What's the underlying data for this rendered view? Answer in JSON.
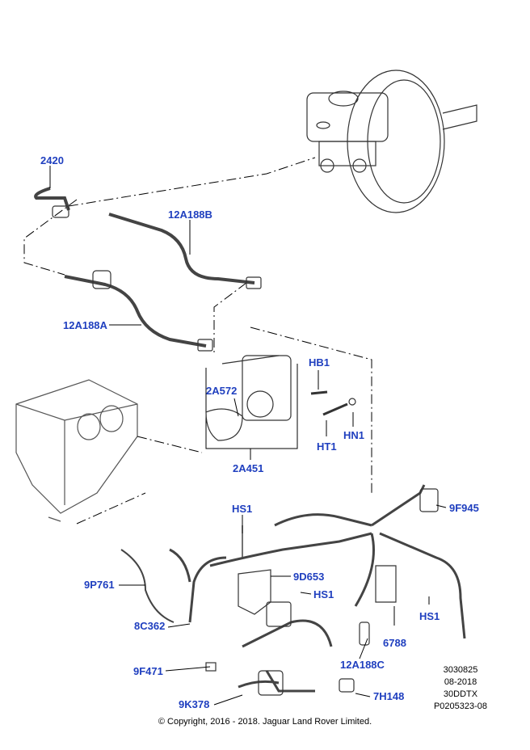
{
  "callouts": {
    "c2420": "2420",
    "c12A188B": "12A188B",
    "c12A188A": "12A188A",
    "cHB1": "HB1",
    "c2A572": "2A572",
    "cHN1": "HN1",
    "cHT1": "HT1",
    "c2A451": "2A451",
    "cHS1_top": "HS1",
    "c9F945": "9F945",
    "c9P761": "9P761",
    "c9D653": "9D653",
    "cHS1_mid": "HS1",
    "cHS1_right": "HS1",
    "c8C362": "8C362",
    "c6788": "6788",
    "c12A188C": "12A188C",
    "c9F471": "9F471",
    "c9K378": "9K378",
    "c7H148": "7H148"
  },
  "reference": {
    "code1": "3030825",
    "date": "08-2018",
    "model": "30DDTX",
    "part": "P0205323-08"
  },
  "copyright": "© Copyright, 2016 - 2018. Jaguar Land Rover Limited.",
  "colors": {
    "callout": "#1f3fbf",
    "line": "#000000",
    "component": "#555555"
  }
}
